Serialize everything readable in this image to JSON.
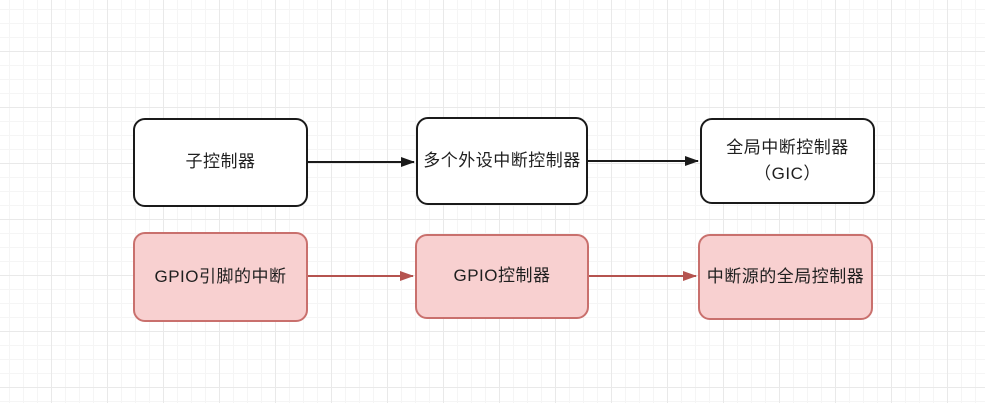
{
  "diagram": {
    "type": "flowchart",
    "top_row": {
      "arrow_color": "#1a1a1a",
      "node_fill": "#ffffff",
      "node_border": "#1a1a1a",
      "nodes": [
        {
          "label": "子控制器"
        },
        {
          "label": "多个外设中断控制器"
        },
        {
          "label_line1": "全局中断控制器",
          "label_line2": "（GIC）"
        }
      ],
      "edges": [
        {
          "from": "子控制器",
          "to": "多个外设中断控制器"
        },
        {
          "from": "多个外设中断控制器",
          "to": "全局中断控制器（GIC）"
        }
      ]
    },
    "bottom_row": {
      "arrow_color": "#b5534f",
      "node_fill": "#f8d0d0",
      "node_border": "#c9706d",
      "nodes": [
        {
          "label": "GPIO引脚的中断"
        },
        {
          "label": "GPIO控制器"
        },
        {
          "label": "中断源的全局控制器"
        }
      ],
      "edges": [
        {
          "from": "GPIO引脚的中断",
          "to": "GPIO控制器"
        },
        {
          "from": "GPIO控制器",
          "to": "中断源的全局控制器"
        }
      ]
    }
  },
  "colors": {
    "arrow-black": "#1a1a1a",
    "arrow-red": "#b5534f",
    "pink-fill": "#f8d0d0",
    "pink-border": "#c9706d",
    "node-border-dark": "#1a1a1a",
    "text": "#1f1f1f",
    "grid-minor": "#f5f5f5",
    "grid-major": "#e9e9e9",
    "canvas-bg": "#ffffff"
  }
}
